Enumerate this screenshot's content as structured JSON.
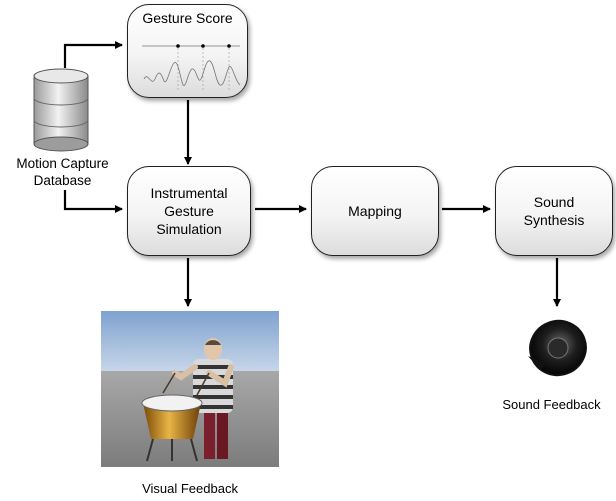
{
  "diagram": {
    "nodes": {
      "gesture_score": "Gesture Score",
      "instrumental_gesture_line1": "Instrumental",
      "instrumental_gesture_line2": "Gesture",
      "instrumental_gesture_line3": "Simulation",
      "mapping": "Mapping",
      "sound_synthesis_line1": "Sound",
      "sound_synthesis_line2": "Synthesis"
    },
    "labels": {
      "database_line1": "Motion Capture",
      "database_line2": "Database",
      "visual_feedback": "Visual Feedback",
      "sound_feedback": "Sound Feedback"
    },
    "edges": [
      {
        "from": "database",
        "to": "gesture_score"
      },
      {
        "from": "database",
        "to": "instrumental_gesture_simulation"
      },
      {
        "from": "gesture_score",
        "to": "instrumental_gesture_simulation"
      },
      {
        "from": "instrumental_gesture_simulation",
        "to": "mapping"
      },
      {
        "from": "mapping",
        "to": "sound_synthesis"
      },
      {
        "from": "instrumental_gesture_simulation",
        "to": "visual_feedback"
      },
      {
        "from": "sound_synthesis",
        "to": "sound_feedback"
      }
    ]
  },
  "icons": {
    "database": "database-icon",
    "speaker": "speaker-icon",
    "render": "timpani-player-render"
  },
  "colors": {
    "node_border": "#222222",
    "node_fill_top": "#ffffff",
    "node_fill_bottom": "#dcdcdc",
    "arrow": "#000000"
  }
}
